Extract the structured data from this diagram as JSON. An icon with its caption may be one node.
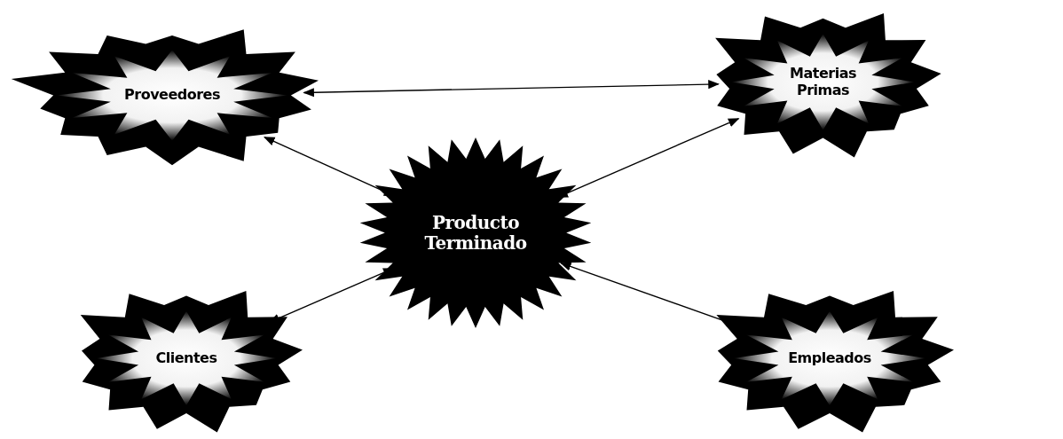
{
  "diagram": {
    "nodes": [
      {
        "text": [
          "Proveedores"
        ]
      },
      {
        "text": [
          "Materias Primas"
        ]
      },
      {
        "text": [
          "Producto Terminado"
        ]
      },
      {
        "text": [
          "Clientes"
        ]
      },
      {
        "text": [
          "Empleados"
        ]
      }
    ],
    "edges": [
      {
        "from": 0,
        "to": 1,
        "arrow": "both"
      },
      {
        "from": 0,
        "to": 2,
        "arrow": "both"
      },
      {
        "from": 1,
        "to": 2,
        "arrow": "both"
      },
      {
        "from": 3,
        "to": 2,
        "arrow": "both"
      },
      {
        "from": 4,
        "to": 2,
        "arrow": "both"
      }
    ]
  }
}
